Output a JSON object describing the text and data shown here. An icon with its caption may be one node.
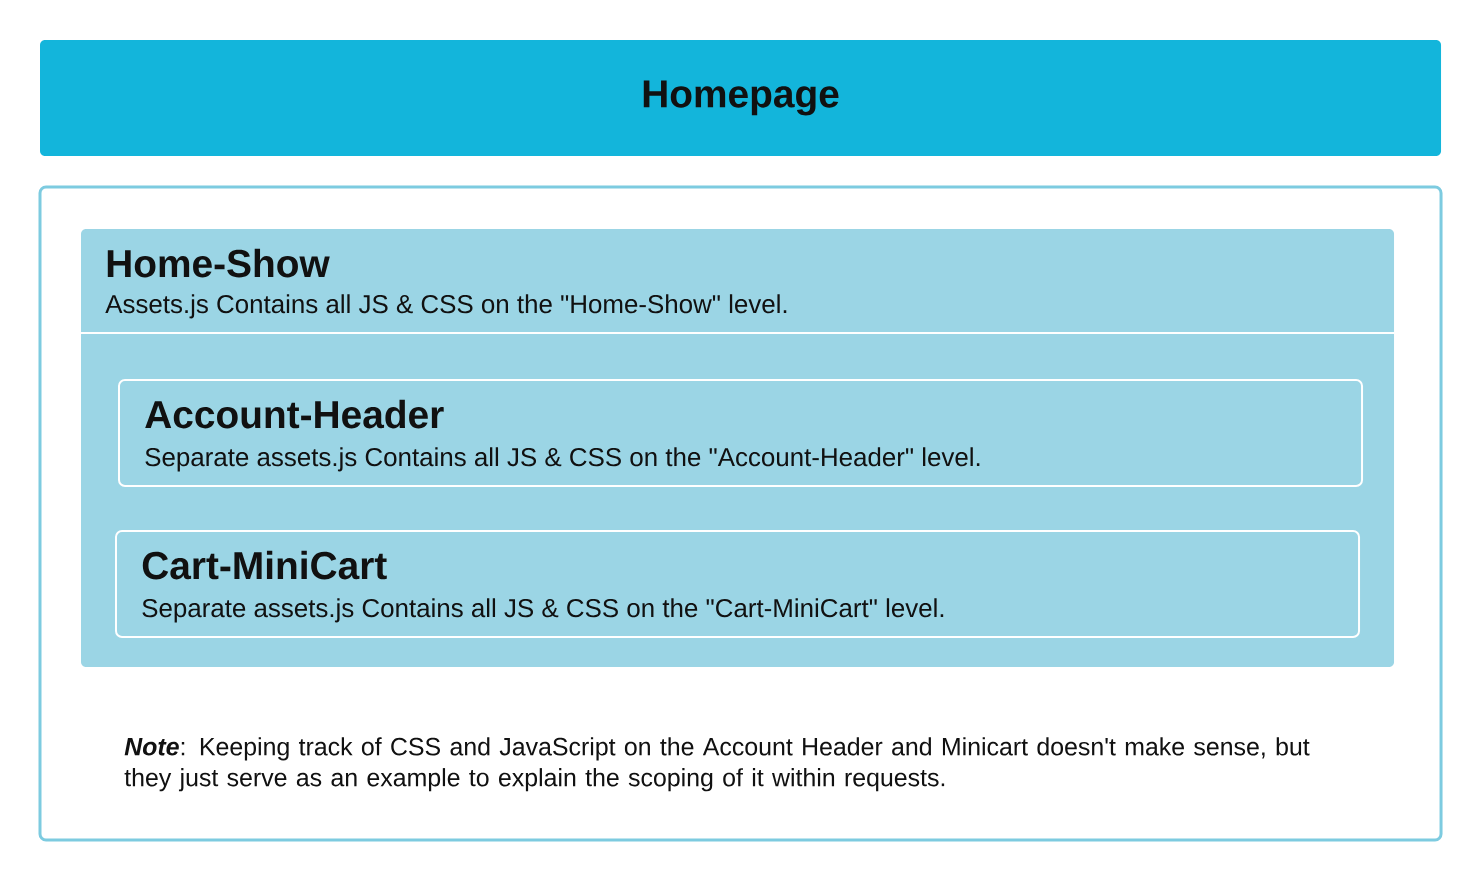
{
  "diagram": {
    "nodes": [
      {
        "text": [
          "Homepage"
        ]
      },
      {
        "text": [
          "**Note**: Keeping track of CSS and JavaScript on the Account Header and Minicart doesn't make sense, but they just serve as an example to explain the scoping of it within requests."
        ]
      },
      {
        "text": [
          "Home-Show",
          "Assets.js Contains all JS & CSS on the \"Home-Show\" level."
        ],
        "in": 1
      },
      {
        "text": [
          "Account-Header",
          "Separate assets.js Contains all JS & CSS on the \"Account-Header\" level."
        ],
        "in": 2
      },
      {
        "text": [
          "Cart-MiniCart",
          "Separate assets.js Contains all JS & CSS on the \"Cart-MiniCart\" level."
        ],
        "in": 2
      }
    ]
  }
}
